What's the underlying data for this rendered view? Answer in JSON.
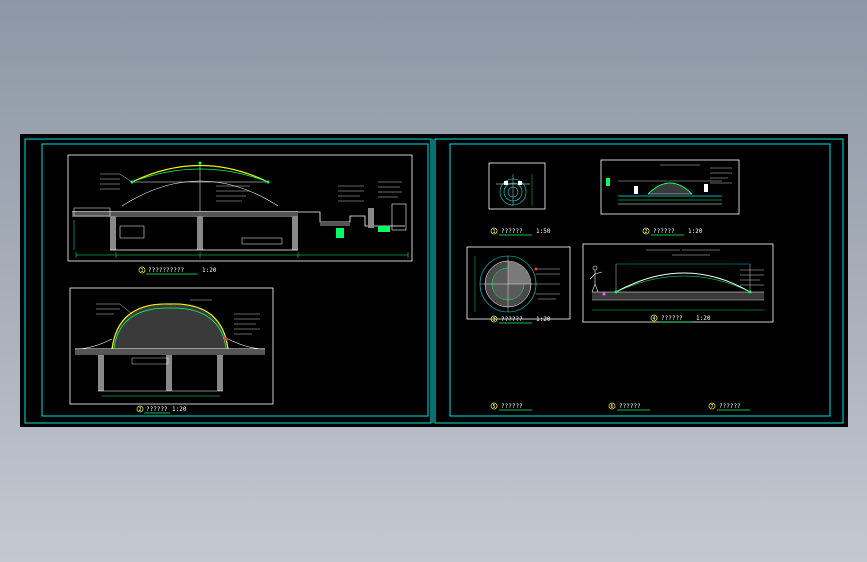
{
  "colors": {
    "background": "#000000",
    "frame": "#00e5e5",
    "white": "#ffffff",
    "green": "#00ff66",
    "yellow": "#f0f000",
    "red": "#ff3333",
    "magenta": "#ff55ff"
  },
  "views": [
    {
      "id": "view-1",
      "number": "1",
      "title": "??????????",
      "scale": "1:20"
    },
    {
      "id": "view-2",
      "number": "2",
      "title": "??????",
      "scale": "1:20"
    },
    {
      "id": "view-3",
      "number": "1",
      "title": "??????",
      "scale": "1:50"
    },
    {
      "id": "view-4",
      "number": "2",
      "title": "??????",
      "scale": "1:20"
    },
    {
      "id": "view-5",
      "number": "3",
      "title": "??????",
      "scale": "1:20"
    },
    {
      "id": "view-6",
      "number": "4",
      "title": "??????",
      "scale": "1:20"
    },
    {
      "id": "view-7",
      "number": "5",
      "title": "??????",
      "scale": ""
    },
    {
      "id": "view-8",
      "number": "6",
      "title": "??????",
      "scale": ""
    },
    {
      "id": "view-9",
      "number": "7",
      "title": "??????",
      "scale": ""
    }
  ]
}
